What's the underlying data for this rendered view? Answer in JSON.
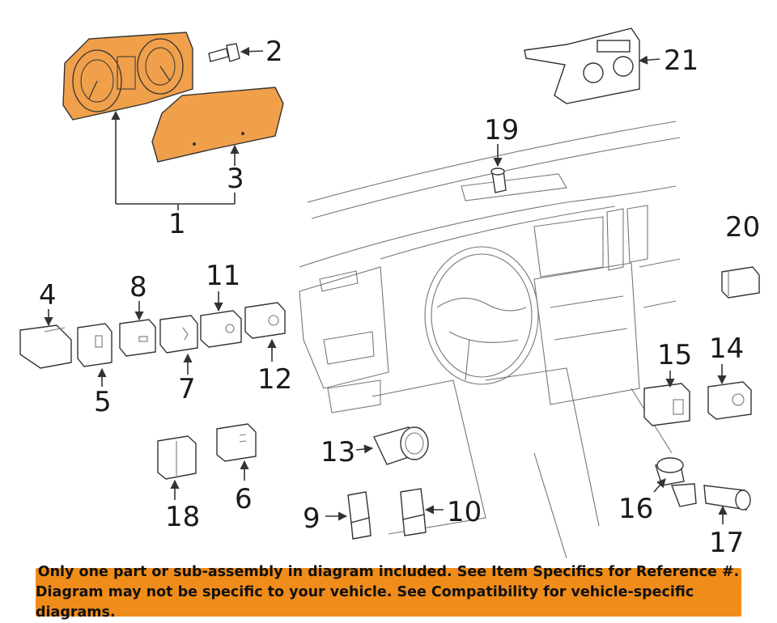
{
  "callouts": {
    "c1": "1",
    "c2": "2",
    "c3": "3",
    "c4": "4",
    "c5": "5",
    "c6": "6",
    "c7": "7",
    "c8": "8",
    "c9": "9",
    "c10": "10",
    "c11": "11",
    "c12": "12",
    "c13": "13",
    "c14": "14",
    "c15": "15",
    "c16": "16",
    "c17": "17",
    "c18": "18",
    "c19": "19",
    "c20": "20",
    "c21": "21"
  },
  "highlight_color": "#f0a04b",
  "banner": {
    "line1": "Only one part or sub-assembly in diagram included. See Item Specifics for Reference #.",
    "line2": "Diagram may not be specific to your vehicle. See Compatibility for vehicle-specific diagrams.",
    "background": "#f08c1a"
  }
}
